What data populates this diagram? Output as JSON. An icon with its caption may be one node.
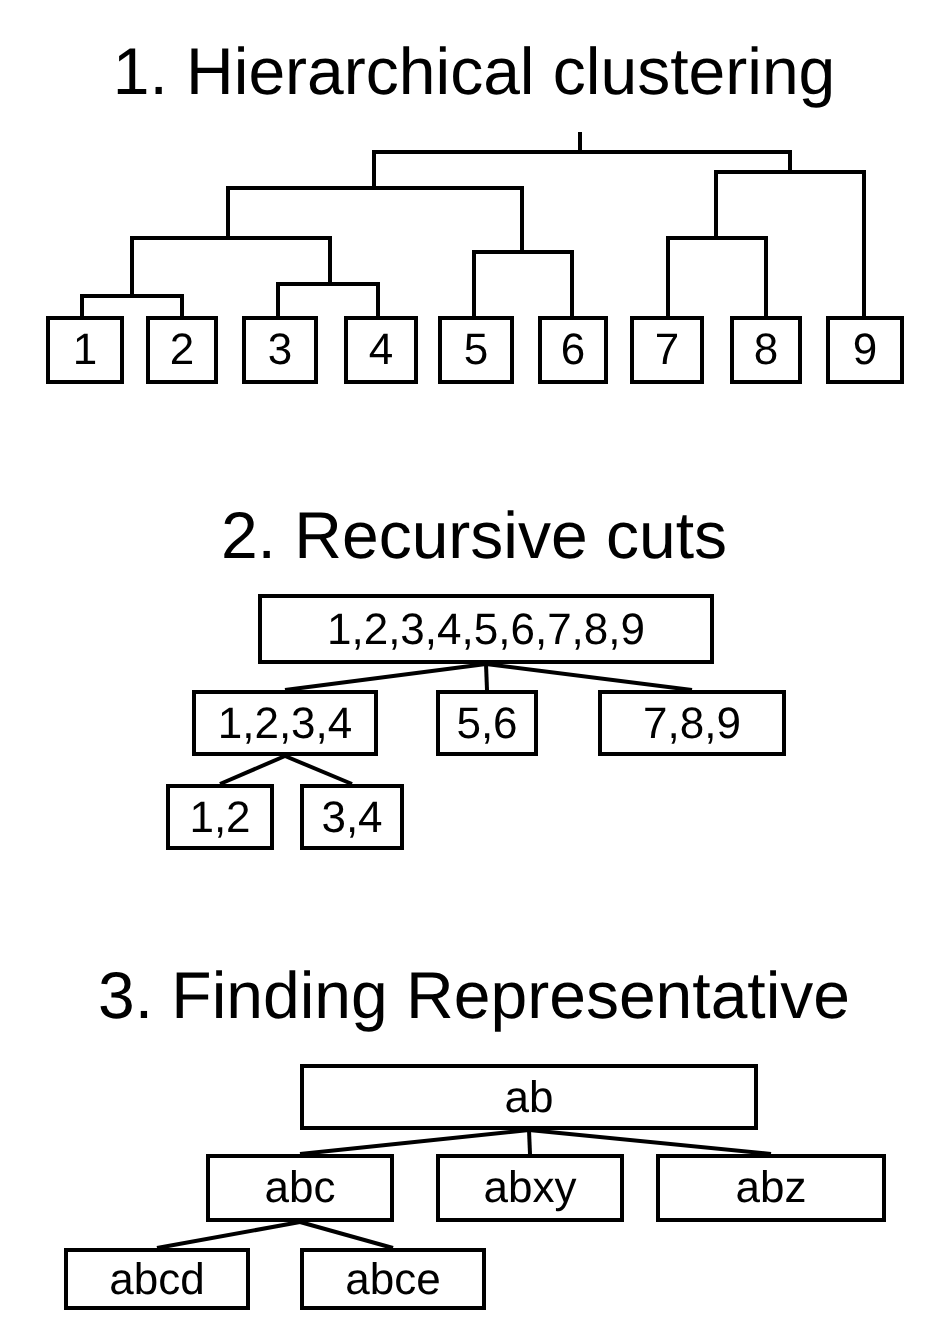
{
  "diagram": {
    "nodes": [
      {
        "text": [
          "1"
        ]
      },
      {
        "text": [
          "2"
        ]
      },
      {
        "text": [
          "3"
        ]
      },
      {
        "text": [
          "4"
        ]
      },
      {
        "text": [
          "5"
        ]
      },
      {
        "text": [
          "6"
        ]
      },
      {
        "text": [
          "7"
        ]
      },
      {
        "text": [
          "8"
        ]
      },
      {
        "text": [
          "9"
        ]
      },
      {
        "text": [
          "1,2,3,4,5,6,7,8,9"
        ]
      },
      {
        "text": [
          "1,2,3,4"
        ]
      },
      {
        "text": [
          "5,6"
        ]
      },
      {
        "text": [
          "7,8,9"
        ]
      },
      {
        "text": [
          "1,2"
        ]
      },
      {
        "text": [
          "3,4"
        ]
      },
      {
        "text": [
          "ab"
        ]
      },
      {
        "text": [
          "abc"
        ]
      },
      {
        "text": [
          "abxy"
        ]
      },
      {
        "text": [
          "abz"
        ]
      },
      {
        "text": [
          "abcd"
        ]
      },
      {
        "text": [
          "abce"
        ]
      }
    ],
    "edges": [
      {
        "from": 9,
        "to": 10,
        "arrow": "none"
      },
      {
        "from": 9,
        "to": 11,
        "arrow": "none"
      },
      {
        "from": 9,
        "to": 12,
        "arrow": "none"
      },
      {
        "from": 10,
        "to": 13,
        "arrow": "none"
      },
      {
        "from": 10,
        "to": 14,
        "arrow": "none"
      },
      {
        "from": 15,
        "to": 16,
        "arrow": "none"
      },
      {
        "from": 15,
        "to": 17,
        "arrow": "none"
      },
      {
        "from": 15,
        "to": 18,
        "arrow": "none"
      },
      {
        "from": 16,
        "to": 19,
        "arrow": "none"
      },
      {
        "from": 16,
        "to": 20,
        "arrow": "none"
      }
    ],
    "labels": [
      "1. Hierarchical clustering",
      "2. Recursive cuts",
      "3. Finding Representative"
    ]
  }
}
